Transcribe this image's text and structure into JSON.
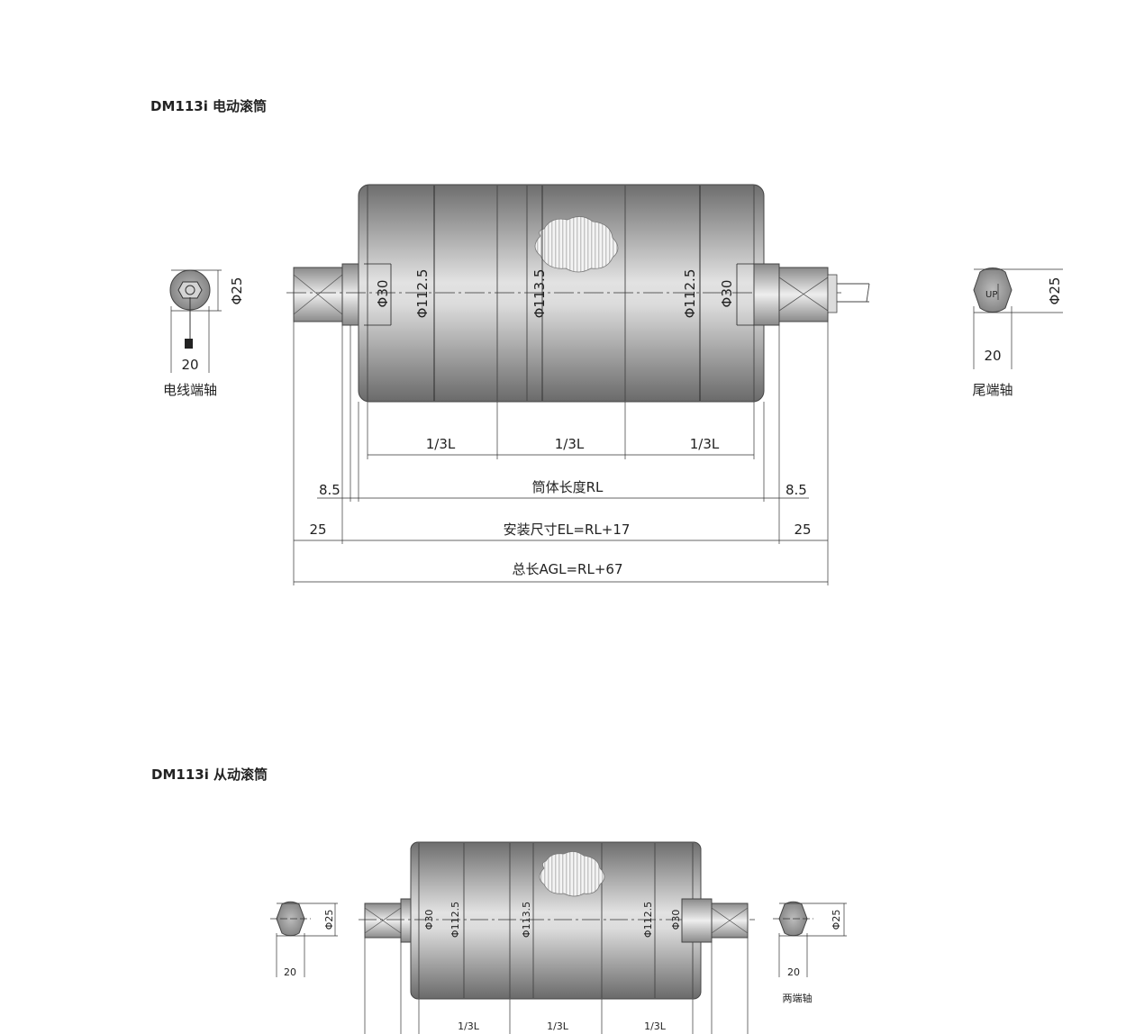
{
  "sections": {
    "motorized": {
      "title": "DM113i 电动滚筒"
    },
    "idler": {
      "title": "DM113i 从动滚筒"
    }
  },
  "motorized": {
    "left_shaft": {
      "dia_label": "Φ25",
      "width_label": "20",
      "caption": "电线端轴"
    },
    "right_shaft": {
      "dia_label": "Φ25",
      "width_label": "20",
      "caption": "尾端轴",
      "mark": "UP"
    },
    "diameters": {
      "left_hub": "Φ30",
      "left_tube": "Φ112.5",
      "center": "Φ113.5",
      "right_tube": "Φ112.5",
      "right_hub": "Φ30"
    },
    "thirds": [
      "1/3L",
      "1/3L",
      "1/3L"
    ],
    "rl": {
      "left_offset": "8.5",
      "right_offset": "8.5",
      "label": "筒体长度RL"
    },
    "el": {
      "left_offset": "25",
      "right_offset": "25",
      "label": "安装尺寸EL=RL+17"
    },
    "agl": {
      "label": "总长AGL=RL+67"
    }
  },
  "idler": {
    "left_shaft": {
      "dia_label": "Φ25",
      "width_label": "20"
    },
    "right_shaft": {
      "dia_label": "Φ25",
      "width_label": "20",
      "caption": "两端轴"
    },
    "diameters": {
      "left_hub": "Φ30",
      "left_tube": "Φ112.5",
      "center": "Φ113.5",
      "right_tube": "Φ112.5",
      "right_hub": "Φ30"
    },
    "thirds": [
      "1/3L",
      "1/3L",
      "1/3L"
    ]
  },
  "colors": {
    "line": "#3a3a3a",
    "body_dark": "#6b6b6b",
    "body_light": "#d8d8d8"
  }
}
